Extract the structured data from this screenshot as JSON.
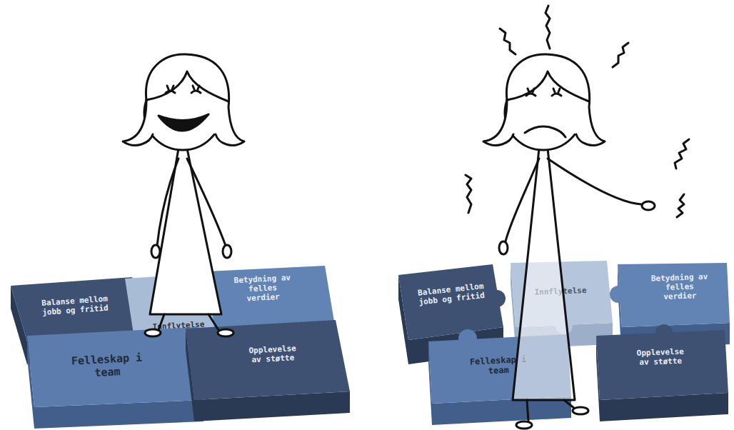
{
  "diagram": {
    "nodes": [
      {
        "text": [
          "Balanse mellom jobb og fritid"
        ]
      },
      {
        "text": [
          "Innflytelse"
        ]
      },
      {
        "text": [
          "Betydning av felles verdier"
        ]
      },
      {
        "text": [
          "Felleskap i team"
        ]
      },
      {
        "text": [
          "Opplevelse av støtte"
        ]
      },
      {
        "text": [
          "Balanse mellom jobb og fritid"
        ]
      },
      {
        "text": [
          "Innflytelse"
        ]
      },
      {
        "text": [
          "Betydning av felles verdier"
        ]
      },
      {
        "text": [
          "Felleskap i team"
        ]
      },
      {
        "text": [
          "Opplevelse av støtte"
        ]
      }
    ]
  }
}
